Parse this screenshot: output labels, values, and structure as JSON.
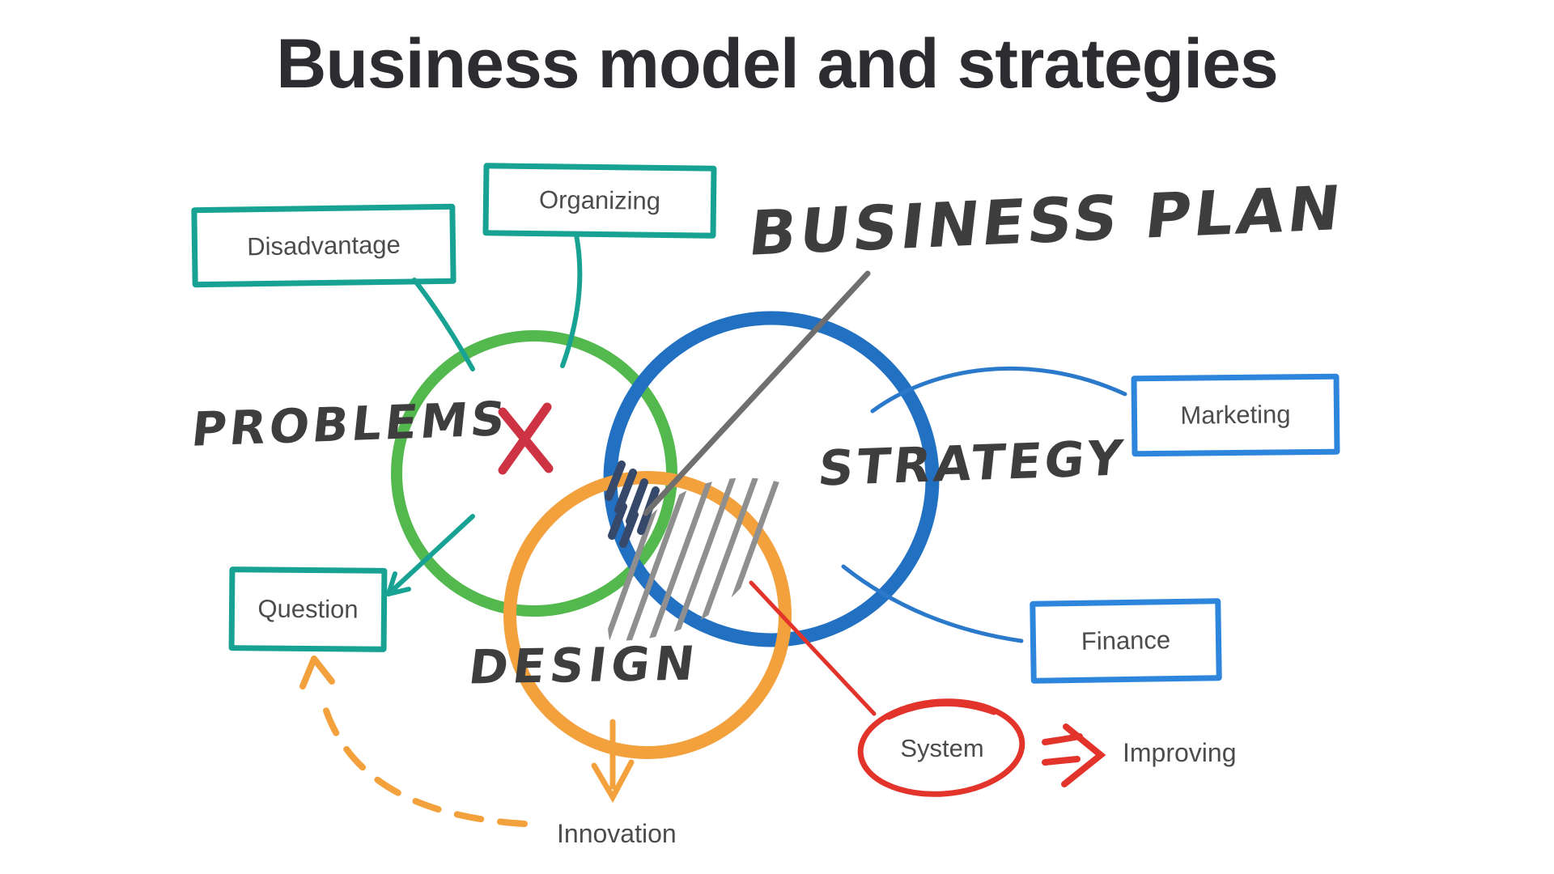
{
  "title": "Business model and strategies",
  "headline": {
    "text": "BUSINESS PLAN"
  },
  "venn": {
    "problems": {
      "label": "PROBLEMS",
      "color": "#53b84e"
    },
    "strategy": {
      "label": "STRATEGY",
      "color": "#2170c2"
    },
    "design": {
      "label": "DESIGN",
      "color": "#f2a13d"
    }
  },
  "boxes": {
    "disadvantage": {
      "label": "Disadvantage",
      "color": "#18a294"
    },
    "organizing": {
      "label": "Organizing",
      "color": "#18a294"
    },
    "marketing": {
      "label": "Marketing",
      "color": "#2e86dc"
    },
    "question": {
      "label": "Question",
      "color": "#18a294"
    },
    "finance": {
      "label": "Finance",
      "color": "#2e86dc"
    }
  },
  "notes": {
    "system": "System",
    "improving": "Improving",
    "innovation": "Innovation"
  },
  "marks": {
    "x_mark": "x-cross",
    "x_color": "#ce3343",
    "system_circle_color": "#e2342b",
    "hatch_gray": "#8f8f8f",
    "hatch_navy": "#36496b",
    "pointer_line_gray": "#6f6f6f",
    "title_color": "#2d2d31",
    "text_color": "#4c4c4c"
  }
}
